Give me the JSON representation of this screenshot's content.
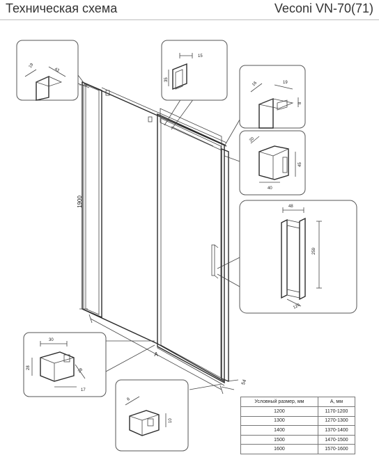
{
  "header": {
    "title": "Техническая схема",
    "model": "Veconi VN-70(71)"
  },
  "dims": {
    "height_main": "1900",
    "width_a": "A",
    "bottom_guide": "54",
    "tl_profile_a": "19",
    "tl_profile_b": "43",
    "top_profile_a": "15",
    "top_profile_b": "35",
    "tr_bracket_a": "16",
    "tr_bracket_b": "19",
    "tr_bracket_c": "8",
    "roller_a": "20",
    "roller_b": "45",
    "roller_c": "40",
    "handle_top": "48",
    "handle_height": "259",
    "handle_depth": "120",
    "guide_w": "30",
    "guide_h": "28",
    "guide_d": "28",
    "guide_b": "17",
    "stop_a": "8",
    "stop_b": "10"
  },
  "size_table": {
    "col_nominal": "Условный размер, мм",
    "col_a": "А, мм",
    "rows": [
      {
        "nominal": "1200",
        "a": "1170-1200"
      },
      {
        "nominal": "1300",
        "a": "1270-1300"
      },
      {
        "nominal": "1400",
        "a": "1370-1400"
      },
      {
        "nominal": "1500",
        "a": "1470-1500"
      },
      {
        "nominal": "1600",
        "a": "1570-1600"
      }
    ]
  }
}
